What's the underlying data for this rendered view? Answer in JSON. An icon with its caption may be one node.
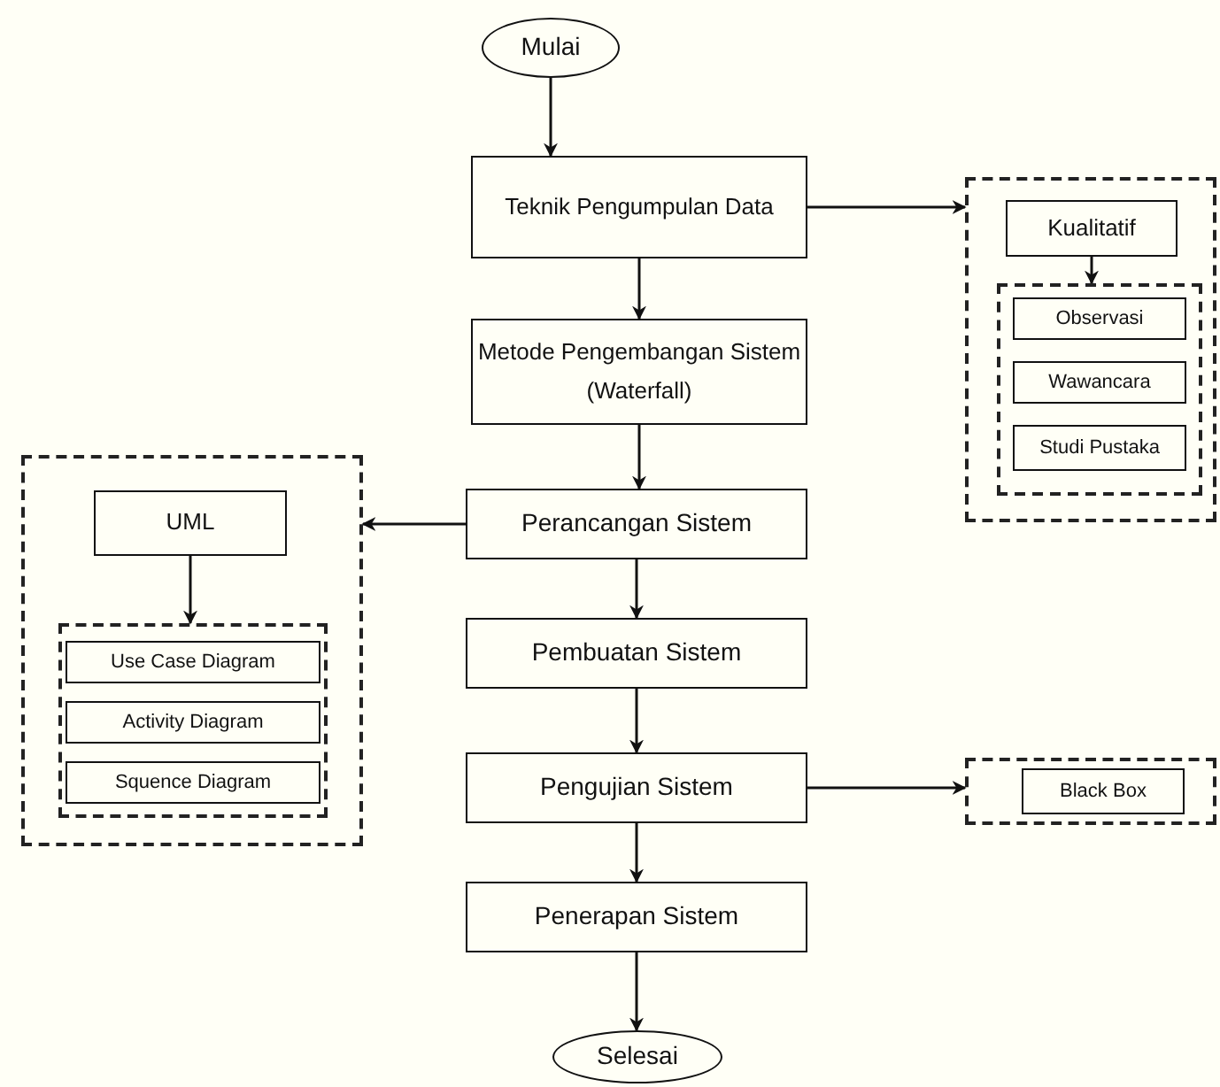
{
  "diagram": {
    "nodes": [
      {
        "text": [
          "Mulai"
        ]
      },
      {
        "text": [
          "Teknik Pengumpulan Data"
        ]
      },
      {
        "text": [
          "Metode Pengembangan Sistem (Waterfall)"
        ]
      },
      {
        "text": [
          "Perancangan Sistem"
        ]
      },
      {
        "text": [
          "Pembuatan Sistem"
        ]
      },
      {
        "text": [
          "Pengujian Sistem"
        ]
      },
      {
        "text": [
          "Penerapan Sistem"
        ]
      },
      {
        "text": [
          "Selesai"
        ]
      },
      {
        "text": [],
        "shape": "box"
      },
      {
        "text": [
          "Kualitatif"
        ],
        "in": 8
      },
      {
        "text": [],
        "shape": "box",
        "in": 8
      },
      {
        "text": [
          "Observasi"
        ],
        "in": 10
      },
      {
        "text": [
          "Wawancara"
        ],
        "in": 10
      },
      {
        "text": [
          "Studi Pustaka"
        ],
        "in": 10
      },
      {
        "text": [],
        "shape": "box"
      },
      {
        "text": [
          "UML"
        ],
        "in": 14
      },
      {
        "text": [],
        "shape": "box",
        "in": 14
      },
      {
        "text": [
          "Use Case Diagram"
        ],
        "in": 16
      },
      {
        "text": [
          "Activity Diagram"
        ],
        "in": 16
      },
      {
        "text": [
          "Squence Diagram"
        ],
        "in": 16
      },
      {
        "text": [],
        "shape": "box"
      },
      {
        "text": [
          "Black Box"
        ],
        "in": 20
      }
    ],
    "edges": [
      {
        "from": 0,
        "to": 1,
        "arrow": "to"
      },
      {
        "from": 1,
        "to": 2,
        "arrow": "to"
      },
      {
        "from": 2,
        "to": 3,
        "arrow": "to"
      },
      {
        "from": 3,
        "to": 4,
        "arrow": "to"
      },
      {
        "from": 4,
        "to": 5,
        "arrow": "to"
      },
      {
        "from": 5,
        "to": 6,
        "arrow": "to"
      },
      {
        "from": 6,
        "to": 7,
        "arrow": "to"
      },
      {
        "from": 1,
        "to": 8,
        "arrow": "to"
      },
      {
        "from": 9,
        "to": 10,
        "arrow": "to"
      },
      {
        "from": 3,
        "to": 14,
        "arrow": "to"
      },
      {
        "from": 15,
        "to": 16,
        "arrow": "to"
      },
      {
        "from": 5,
        "to": 20,
        "arrow": "to"
      }
    ]
  }
}
